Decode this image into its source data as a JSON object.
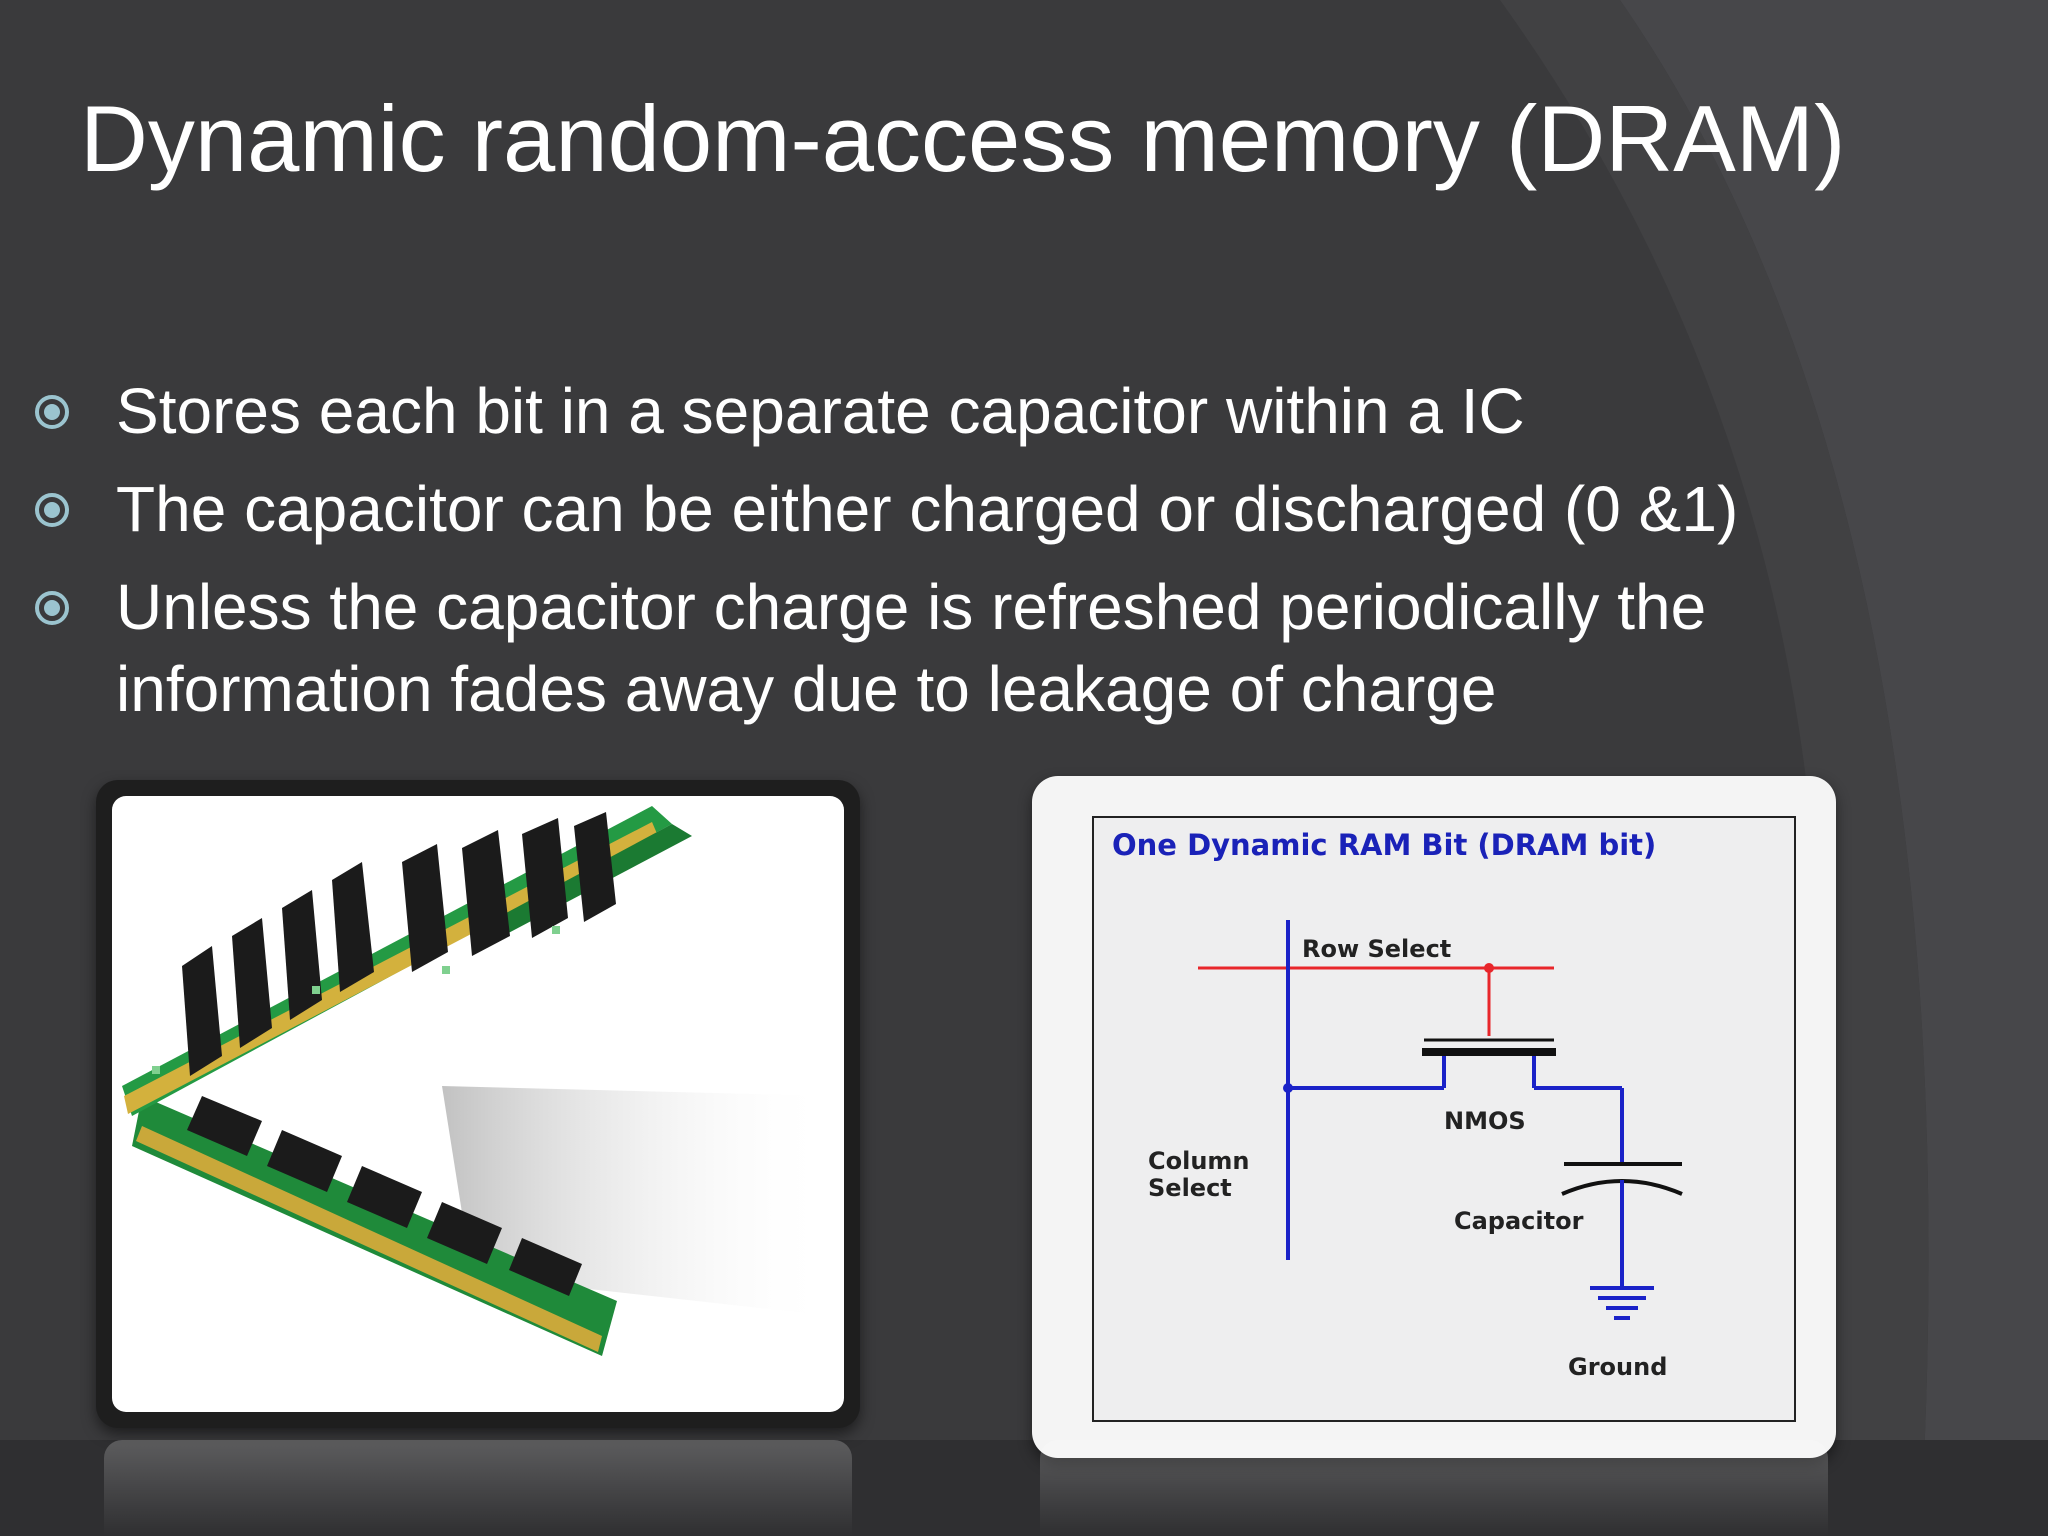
{
  "slide": {
    "title": "Dynamic random-access memory (DRAM)",
    "bullets": [
      "Stores each bit in a separate capacitor within a IC",
      "The capacitor can be  either charged or discharged (0 &1)",
      "Unless the capacitor charge is refreshed periodically the information fades away due to leakage of charge"
    ]
  },
  "diagram": {
    "title": "One Dynamic RAM Bit (DRAM bit)",
    "labels": {
      "row_select": "Row Select",
      "nmos": "NMOS",
      "column_select": "Column\nSelect",
      "capacitor": "Capacitor",
      "ground": "Ground"
    }
  },
  "colors": {
    "background": "#3a3a3c",
    "bullet": "#9bc4cf",
    "row_line": "#e8262b",
    "column_line": "#1a22c8",
    "diagram_title": "#1a22b8",
    "pcb_green": "#1f8a3a"
  },
  "icons": {
    "bullet": "circle-dot-icon",
    "photo": "ram-modules-photo"
  }
}
